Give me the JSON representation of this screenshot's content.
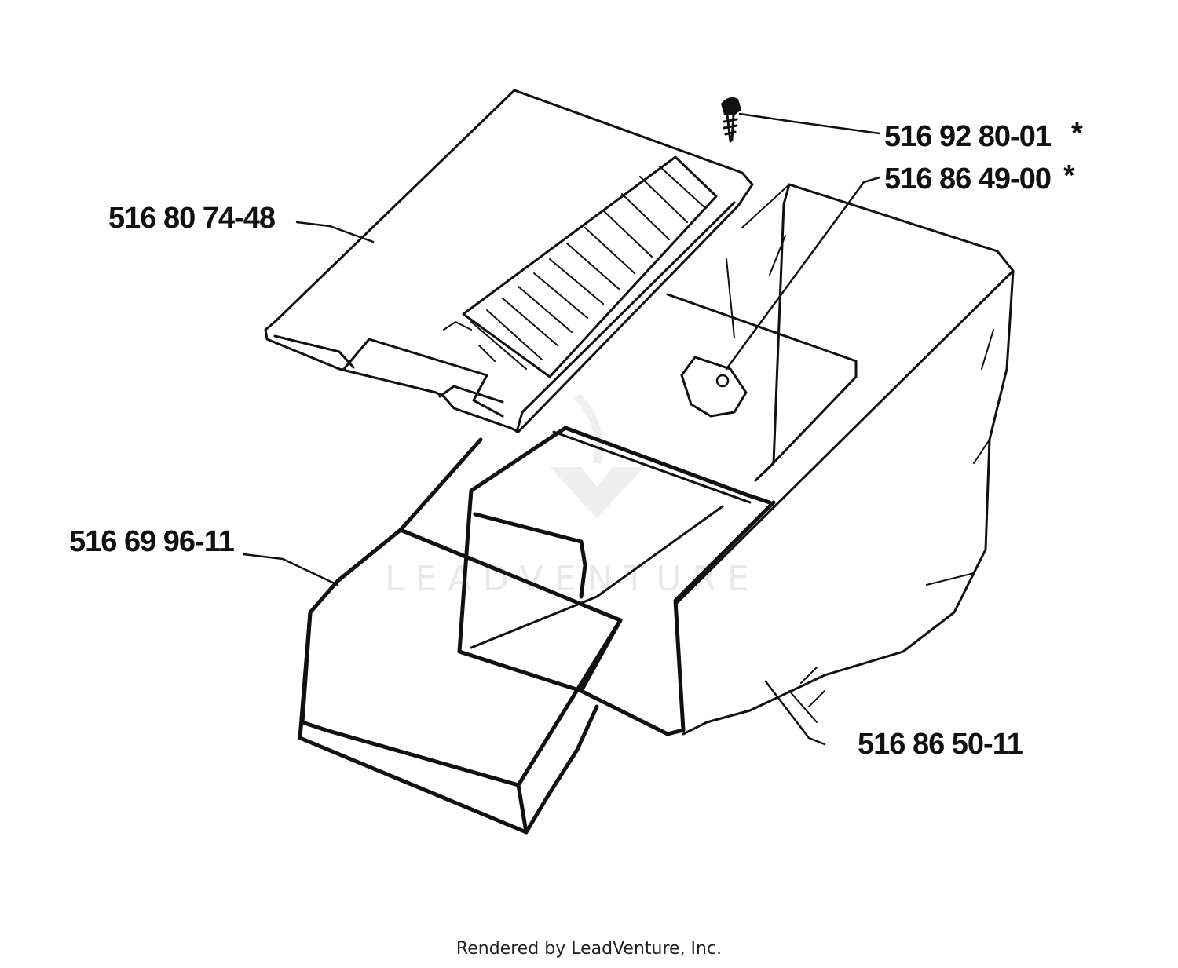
{
  "parts": [
    {
      "id": "lid",
      "part_number": "516 80 74-48",
      "note": ""
    },
    {
      "id": "screw",
      "part_number": "516 92 80-01",
      "note": "*"
    },
    {
      "id": "bracket",
      "part_number": "516 86 49-00",
      "note": "*"
    },
    {
      "id": "frame",
      "part_number": "516 69 96-11",
      "note": ""
    },
    {
      "id": "bag",
      "part_number": "516 86 50-11",
      "note": ""
    }
  ],
  "watermark": "LEADVENTURE",
  "footer": "Rendered by LeadVenture, Inc."
}
